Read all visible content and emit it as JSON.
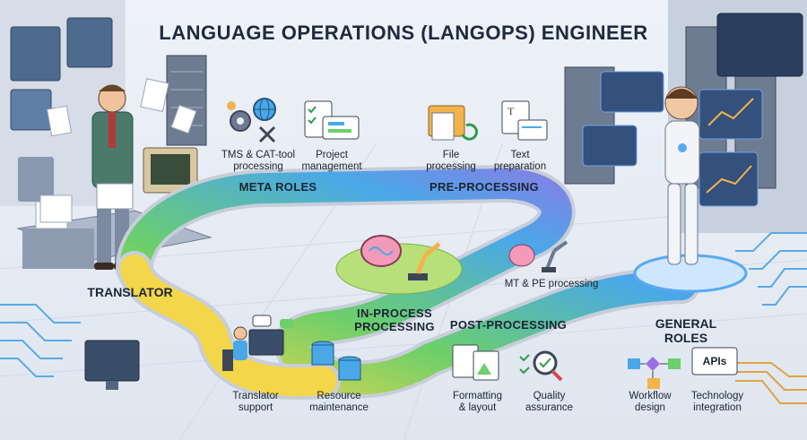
{
  "title": "LANGUAGE OPERATIONS (LANGOPS) ENGINEER",
  "left_figure": {
    "label": "TRANSLATOR"
  },
  "right_figure": {
    "label": "GENERAL ROLES"
  },
  "road_sections": {
    "meta_roles": "META ROLES",
    "pre_processing": "PRE-PROCESSING",
    "in_process": "IN-PROCESS\nPROCESSING",
    "post_processing": "POST-PROCESSING"
  },
  "items": {
    "tms": "TMS & CAT-tool\nprocessing",
    "project_management": "Project\nmanagement",
    "file_processing": "File\nprocessing",
    "text_preparation": "Text\npreparation",
    "mt_pe": "MT & PE processing",
    "translator_support": "Translator\nsupport",
    "resource_maintenance": "Resource\nmaintenance",
    "formatting_layout": "Formatting\n& layout",
    "quality_assurance": "Quality\nassurance",
    "workflow_design": "Workflow\ndesign",
    "technology_integration": "Technology\nintegration"
  },
  "apis_badge": "APIs",
  "colors": {
    "road_green": "#6ccf6b",
    "road_blue": "#4aa8e8",
    "road_yellow": "#f3d64a",
    "road_purple": "#9b6fe3",
    "background": "#e9eef5",
    "server": "#6e7c92"
  }
}
